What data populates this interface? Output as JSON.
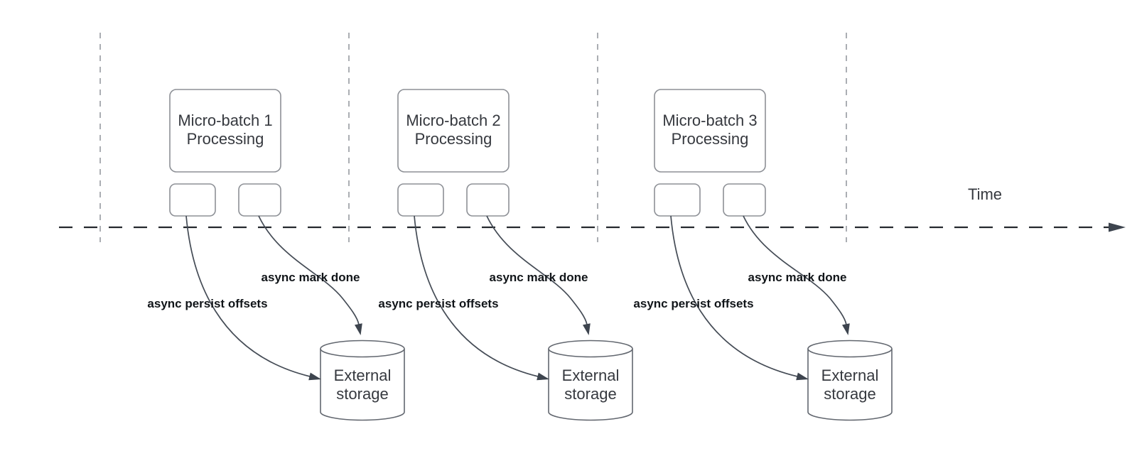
{
  "diagram": {
    "time_axis": {
      "label": "Time"
    },
    "groups": [
      {
        "title_line1": "Micro-batch 1",
        "title_line2": "Processing",
        "persist_label": "async persist offsets",
        "mark_done_label": "async mark done",
        "storage_line1": "External",
        "storage_line2": "storage"
      },
      {
        "title_line1": "Micro-batch 2",
        "title_line2": "Processing",
        "persist_label": "async persist offsets",
        "mark_done_label": "async mark done",
        "storage_line1": "External",
        "storage_line2": "storage"
      },
      {
        "title_line1": "Micro-batch 3",
        "title_line2": "Processing",
        "persist_label": "async persist offsets",
        "mark_done_label": "async mark done",
        "storage_line1": "External",
        "storage_line2": "storage"
      }
    ]
  },
  "colors": {
    "background": "#ffffff",
    "timeline": "#24282e",
    "guide": "#abaeb3",
    "box_border": "#8d9096",
    "cylinder_border": "#62676f",
    "curve": "#454c56",
    "arrow": "#3d444e",
    "shape_text": "#36393f",
    "label_text": "#111519"
  }
}
